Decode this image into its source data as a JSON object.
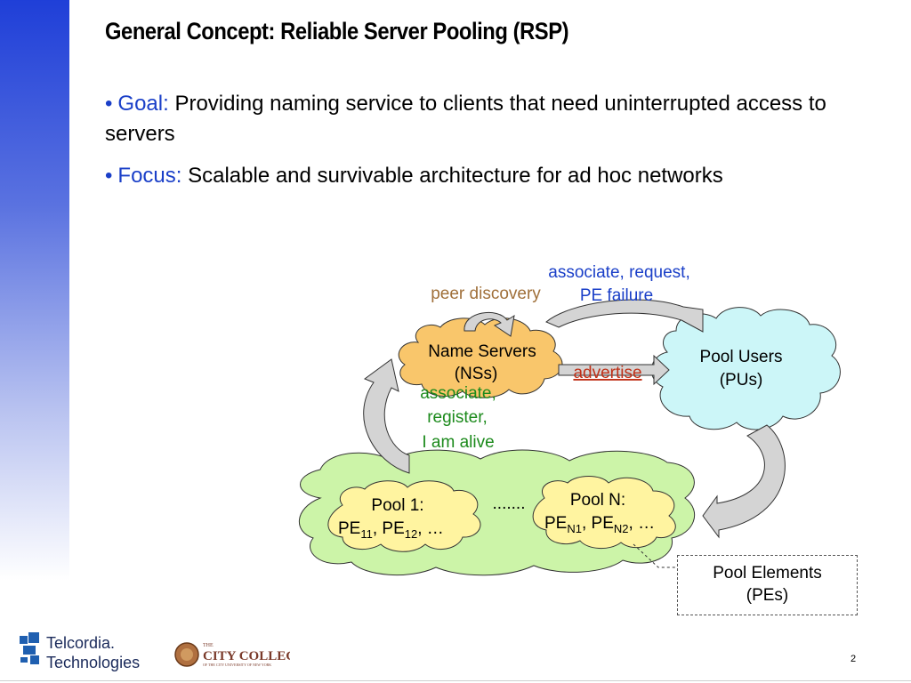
{
  "slide": {
    "title": "General Concept: Reliable Server Pooling (RSP)",
    "page_number": "2"
  },
  "bullets": [
    {
      "keyword": "Goal:",
      "text": " Providing naming service to clients that need uninterrupted access to servers"
    },
    {
      "keyword": "Focus:",
      "text": " Scalable and survivable architecture for ad hoc networks"
    }
  ],
  "diagram": {
    "name_servers": {
      "line1": "Name Servers",
      "line2": "(NSs)"
    },
    "pool_users": {
      "line1": "Pool Users",
      "line2": "(PUs)"
    },
    "pool1": {
      "line1": "Pool 1:",
      "line2": "PE",
      "sub1": "11",
      "sep": ", PE",
      "sub2": "12",
      "tail": ", …"
    },
    "poolN": {
      "line1": "Pool N:",
      "line2": "PE",
      "sub1": "N1",
      "sep": ", PE",
      "sub2": "N2",
      "tail": ", …"
    },
    "pool_ellipsis": ".......",
    "pool_elements": {
      "line1": "Pool Elements",
      "line2": "(PEs)"
    },
    "labels": {
      "peer_discovery": "peer discovery",
      "associate_request_1": "associate, request,",
      "associate_request_2": "PE failure",
      "advertise": "advertise",
      "assoc_reg_1": "associate,",
      "assoc_reg_2": "register,",
      "assoc_reg_3": "I am alive"
    },
    "colors": {
      "name_server_fill": "#f9c66b",
      "pool_user_fill": "#ccf6f8",
      "pool_fill": "#ccf4a8",
      "pool_inner_fill": "#fff4a0",
      "arrow_fill": "#d4d4d4",
      "peer_color": "#a0703a",
      "request_color": "#1a3fc8",
      "advertise_color": "#c03018",
      "register_color": "#1c8a1c"
    }
  },
  "footer": {
    "telcordia_line1": "Telcordia.",
    "telcordia_line2": "Technologies",
    "college_the": "THE",
    "college_name": "CITY COLLEGE",
    "college_sub": "OF THE CITY UNIVERSITY OF NEW YORK"
  }
}
